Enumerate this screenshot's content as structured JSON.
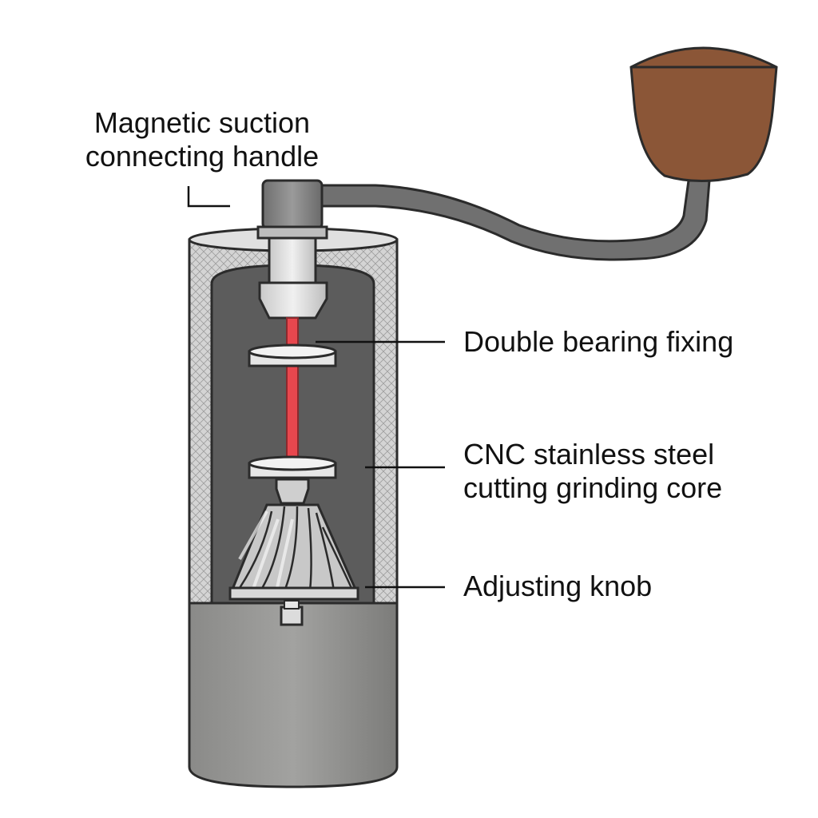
{
  "labels": {
    "magnetic_handle": [
      "Magnetic suction",
      "connecting handle"
    ],
    "double_bearing": "Double bearing fixing",
    "cnc_core": [
      "CNC stainless steel",
      "cutting grinding core"
    ],
    "adjusting_knob": "Adjusting knob"
  },
  "colors": {
    "shaft": "#e8474e",
    "knob": "#8b5637",
    "body_lower": "#8c8c8a",
    "chamber": "#5c5c5c",
    "mesh": "#c7c7c7",
    "crank_arm": "#707070",
    "outline": "#2b2b2b"
  }
}
